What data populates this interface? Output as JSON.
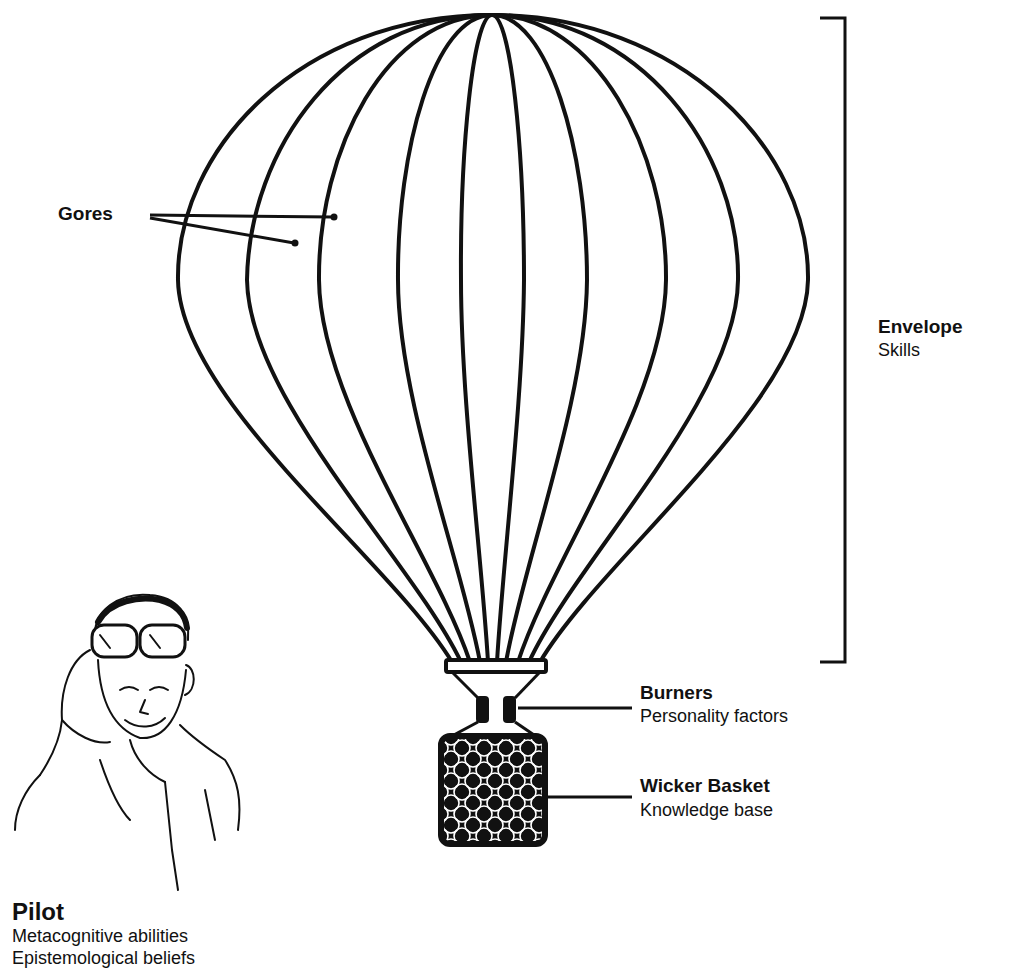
{
  "diagram": {
    "labels": [
      "Gores",
      "Envelope",
      "Skills",
      "Burners",
      "Personality factors",
      "Wicker Basket",
      "Knowledge base",
      "Pilot",
      "Metacognitive abilities",
      "Epistemological beliefs"
    ]
  }
}
